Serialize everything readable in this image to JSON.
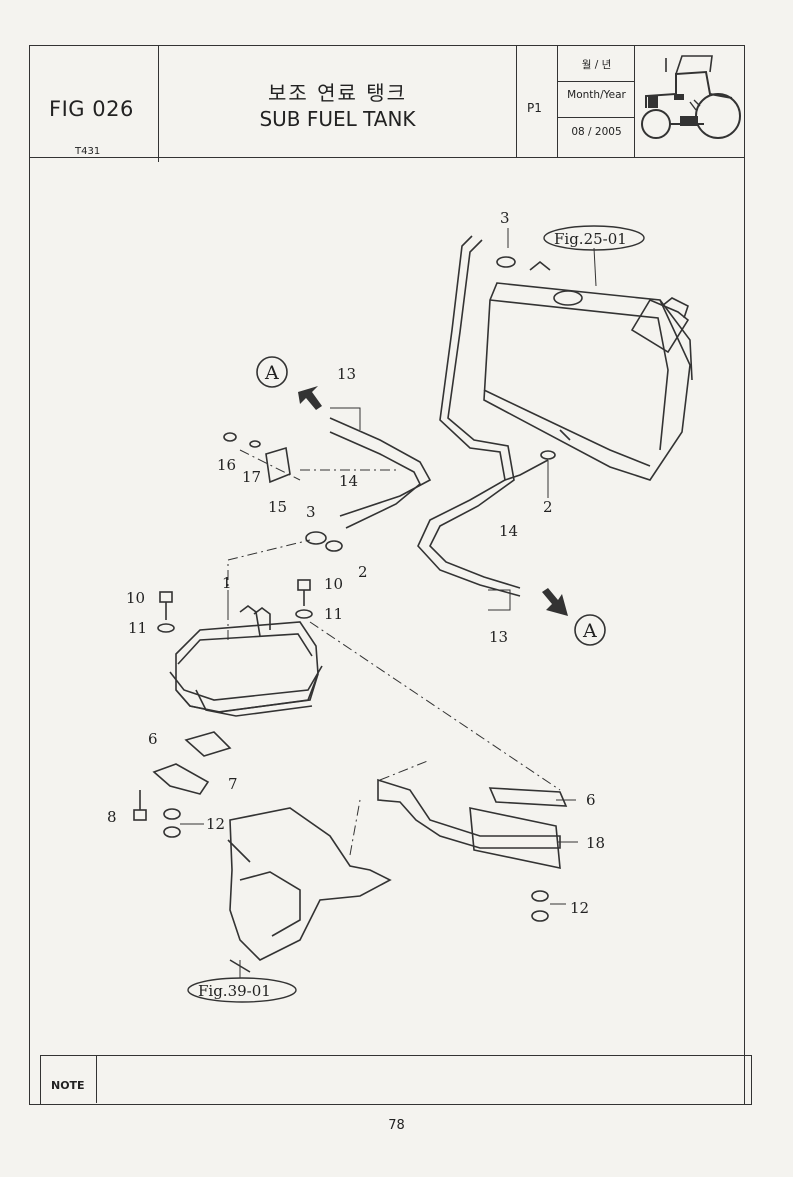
{
  "header": {
    "fig_label": "FIG 026",
    "model": "T431",
    "title_ko": "보조 연료 탱크",
    "title_en": "SUB FUEL TANK",
    "page": "P1",
    "date_label_ko": "월 / 년",
    "date_label_en": "Month/Year",
    "date_value": "08 / 2005"
  },
  "diagram": {
    "callouts": {
      "c1": "1",
      "c2a": "2",
      "c2b": "2",
      "c3a": "3",
      "c3b": "3",
      "c6a": "6",
      "c6b": "6",
      "c7": "7",
      "c8": "8",
      "c10a": "10",
      "c10b": "10",
      "c11a": "11",
      "c11b": "11",
      "c12a": "12",
      "c12b": "12",
      "c13a": "13",
      "c13b": "13",
      "c14a": "14",
      "c14b": "14",
      "c15": "15",
      "c16": "16",
      "c17": "17",
      "c18": "18"
    },
    "view_a": "A",
    "ref_fig25": "Fig.25-01",
    "ref_fig39": "Fig.39-01"
  },
  "note": {
    "label": "NOTE"
  },
  "footer": {
    "page_number": "78"
  }
}
